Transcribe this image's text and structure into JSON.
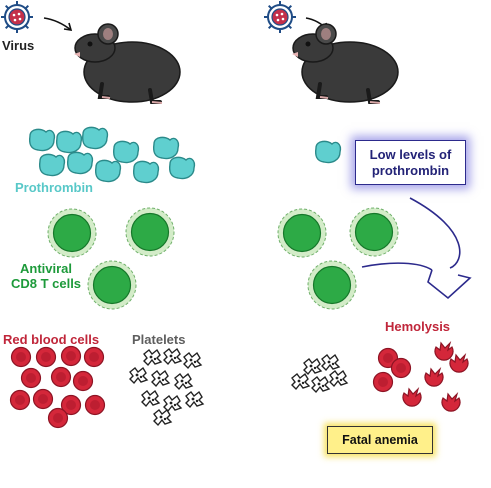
{
  "labels": {
    "virus": "Virus",
    "prothrombin": "Prothrombin",
    "cd8_line1": "Antiviral",
    "cd8_line2": "CD8 T cells",
    "red_blood_cells": "Red blood cells",
    "platelets": "Platelets",
    "hemolysis": "Hemolysis",
    "low_line1": "Low levels of",
    "low_line2": "prothrombin",
    "fatal": "Fatal anemia"
  },
  "colors": {
    "prothrombin": "#58c8c8",
    "cd8": "#1d9a3a",
    "red_cells": "#c0263a",
    "platelets": "#5e5e5e",
    "low_box_text": "#232377",
    "fatal_box_fill": "#fff08a"
  },
  "icons": {
    "virus": "virus-icon",
    "mouse": "mouse-icon",
    "prothrombin": "bean-molecule-icon",
    "t_cell": "t-cell-icon",
    "red_cell": "red-blood-cell-icon",
    "platelet": "platelet-icon",
    "arrow": "curved-arrow-icon"
  }
}
